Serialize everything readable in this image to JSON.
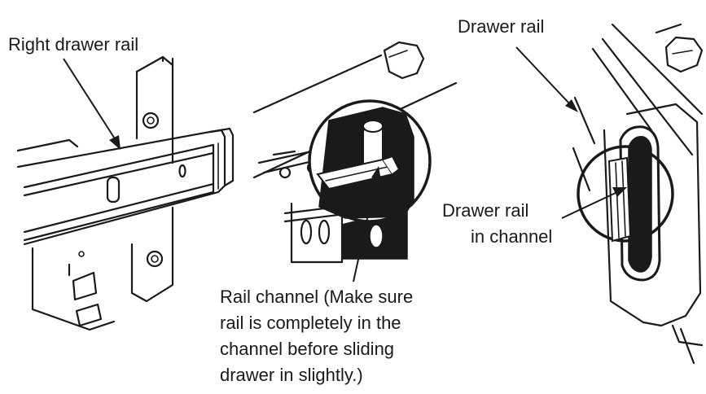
{
  "callouts": {
    "right_drawer_rail": "Right drawer rail",
    "drawer_rail": "Drawer rail",
    "drawer_rail_in_channel": [
      "Drawer rail",
      "in channel"
    ],
    "rail_channel": [
      "Rail channel (Make sure",
      "rail is completely in the",
      "channel before sliding",
      "drawer in slightly.)"
    ]
  },
  "colors": {
    "ink": "#1a1a1a",
    "background": "#ffffff"
  }
}
